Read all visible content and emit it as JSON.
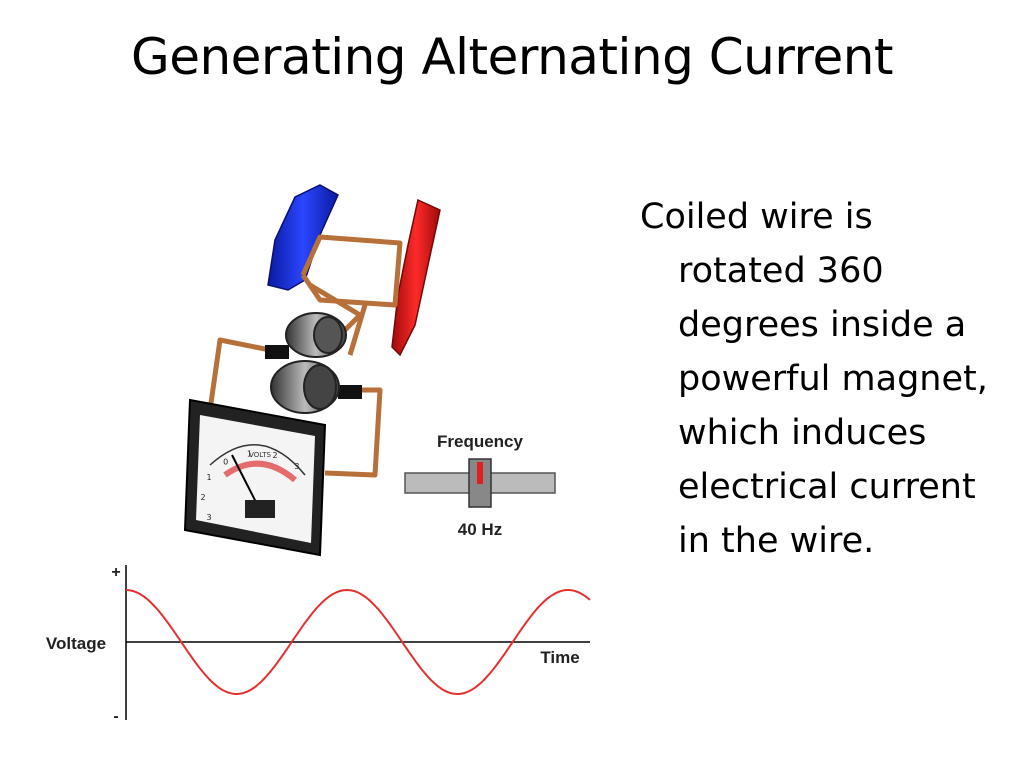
{
  "slide": {
    "title": "Generating Alternating Current",
    "bullet_first_line": "Coiled wire is",
    "bullet_rest": [
      "rotated 360",
      "degrees inside a",
      "powerful magnet,",
      "which induces",
      "electrical current",
      "in the wire."
    ]
  },
  "figure": {
    "meter_label": "VOLTS",
    "meter_scale": [
      "3",
      "2",
      "1",
      "0",
      "1",
      "2",
      "3"
    ],
    "frequency_label": "Frequency",
    "frequency_value": "40 Hz",
    "frequency_level": 0.5
  },
  "chart_data": {
    "type": "line",
    "ylabel": "Voltage",
    "xlabel": "Time",
    "y_plus": "+",
    "y_minus": "-",
    "series": [
      {
        "name": "",
        "color": "#e53030",
        "shape": "sine",
        "amplitude": 1.0,
        "cycles": 2.1,
        "phase_deg": 90
      }
    ],
    "colors": {
      "north_pole": "#1a2fd0",
      "south_pole": "#d01a1a",
      "wire": "#b8703a"
    }
  }
}
